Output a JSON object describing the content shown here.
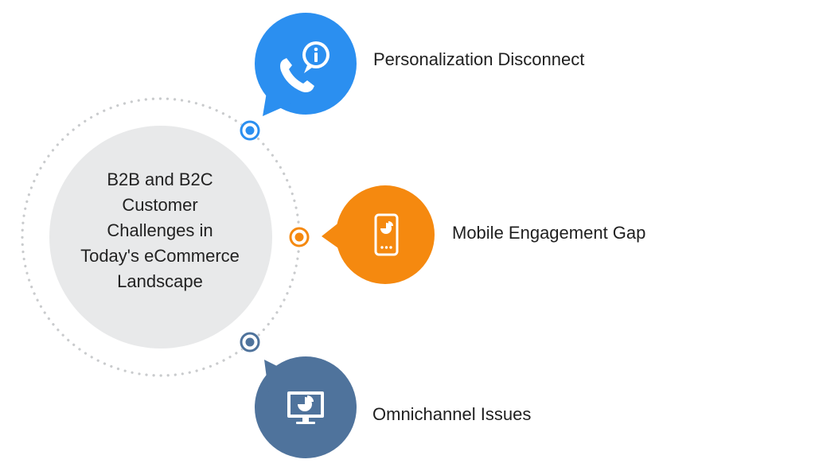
{
  "center": {
    "lines": [
      "B2B and B2C",
      "Customer",
      "Challenges in",
      "Today's eCommerce",
      "Landscape"
    ]
  },
  "items": [
    {
      "label": "Personalization Disconnect",
      "icon": "phone-info-icon",
      "color": "#2b8ff0"
    },
    {
      "label": "Mobile Engagement Gap",
      "icon": "smartphone-chart-icon",
      "color": "#f5890f"
    },
    {
      "label": "Omnichannel Issues",
      "icon": "monitor-chart-icon",
      "color": "#4f739c"
    }
  ],
  "colors": {
    "center_fill": "#e8e9ea",
    "dotted_ring": "#c9cbcd",
    "text": "#222222"
  }
}
